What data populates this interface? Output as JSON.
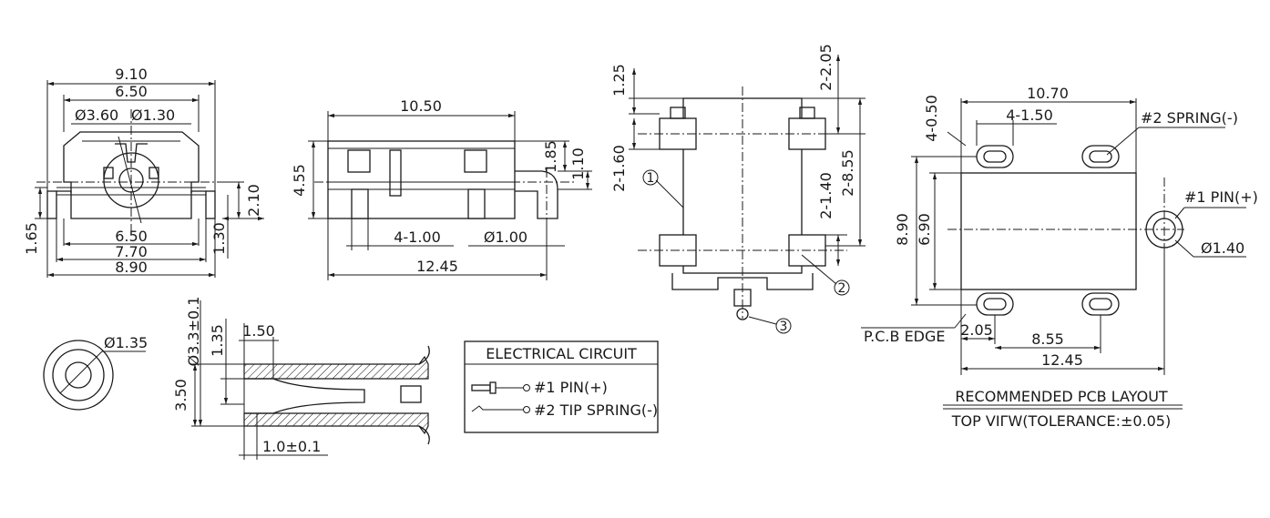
{
  "front": {
    "d1": "9.10",
    "d2": "6.50",
    "d3": "Ø3.60",
    "d4": "Ø1.30",
    "d5": "6.50",
    "d6": "7.70",
    "d7": "8.90",
    "left": "1.65",
    "r1": "2.10",
    "r2": "1.30"
  },
  "side": {
    "top": "10.50",
    "left": "4.55",
    "r1": "1.85",
    "r2": "1.10",
    "pitch": "4-1.00",
    "hole": "Ø1.00",
    "bottom": "12.45"
  },
  "top_view": {
    "d1": "1.25",
    "d2": "2-2.05",
    "d3": "2-1.60",
    "d4": "2-8.55",
    "d5": "2-1.40",
    "c1": "1",
    "c2": "2",
    "c3": "3"
  },
  "pcb": {
    "d1": "10.70",
    "d2": "4-1.50",
    "d3": "4-0.50",
    "spring": "#2 SPRING(-)",
    "pin": "#1 PIN(+)",
    "pin_dia": "Ø1.40",
    "h1": "8.90",
    "h2": "6.90",
    "edge": "P.C.B EDGE",
    "e1": "2.05",
    "e2": "8.55",
    "e3": "12.45",
    "title1": "RECOMMENDED PCB LAYOUT",
    "title2": "TOP VIΓW(TOLERANCE:±0.05)"
  },
  "plug_end": {
    "dia": "Ø1.35"
  },
  "plug_section": {
    "d1": "Ø3.3±0.1",
    "d2": "1.35",
    "d3": "1.50",
    "d4": "3.50",
    "d5": "1.0±0.1"
  },
  "circuit": {
    "title": "ELECTRICAL CIRCUIT",
    "pin": "#1 PIN(+)",
    "spring": "#2 TIP SPRING(-)"
  }
}
